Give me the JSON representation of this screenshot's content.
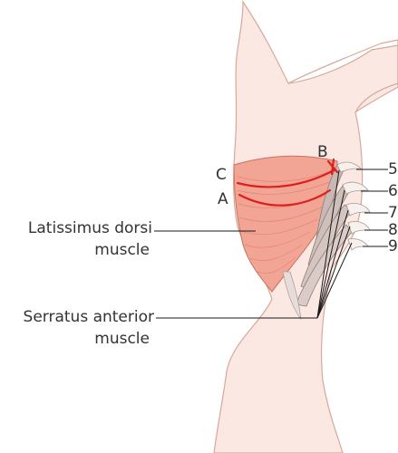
{
  "labels": {
    "latissimus_line1": "Latissimus dorsi",
    "latissimus_line2": "muscle",
    "serratus_line1": "Serratus anterior",
    "serratus_line2": "muscle",
    "letter_a": "A",
    "letter_b": "B",
    "letter_c": "C",
    "rib_5": "5",
    "rib_6": "6",
    "rib_7": "7",
    "rib_8": "8",
    "rib_9": "9"
  },
  "colors": {
    "skin_fill": "#fbe8e2",
    "skin_outline": "#d6a89a",
    "muscle_fill": "#f2a595",
    "muscle_fiber": "#e07f6c",
    "incision_red": "#dd1f1f",
    "rib_fill": "#f7f1ee",
    "leader_line": "#1a1a1a",
    "label_text": "#333333"
  }
}
